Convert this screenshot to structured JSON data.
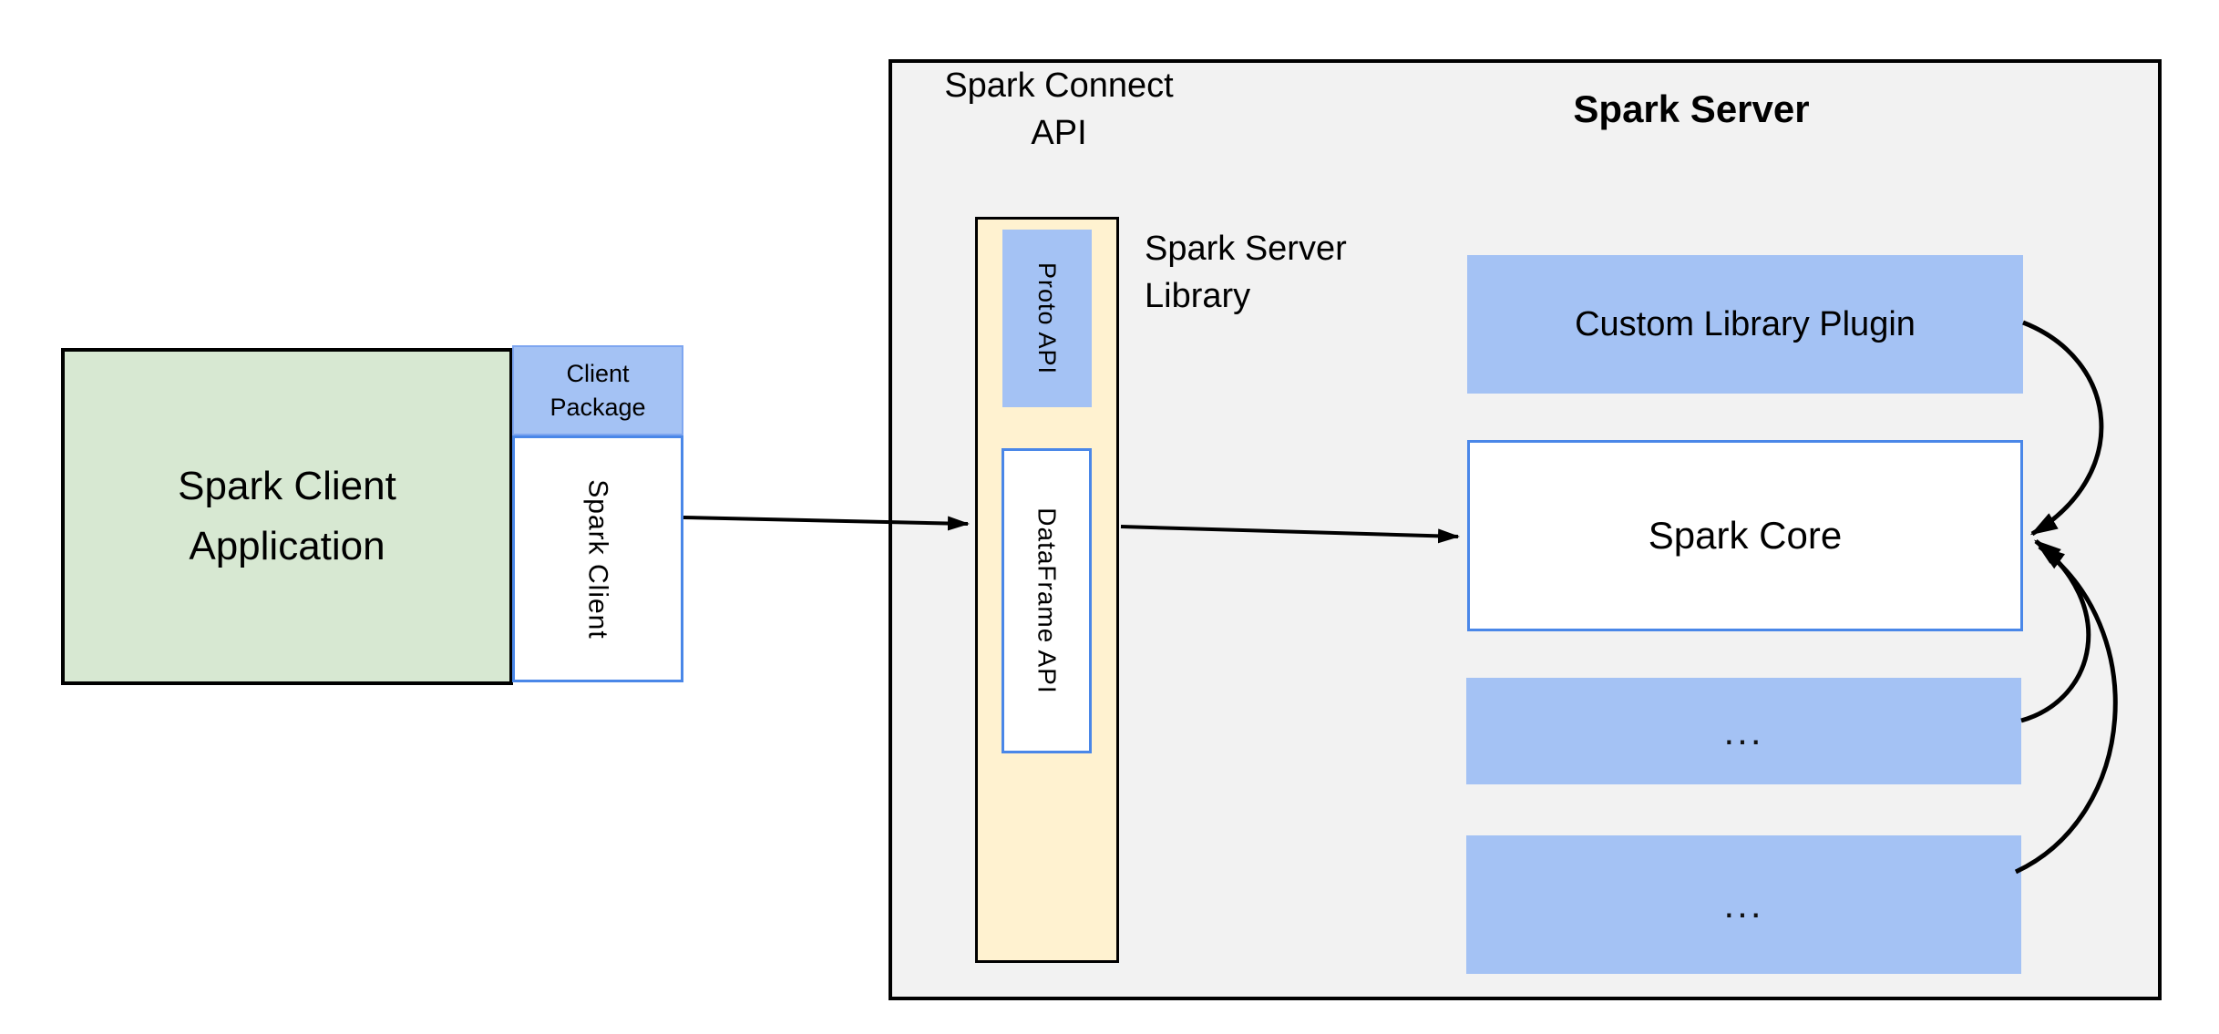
{
  "colors": {
    "green_fill": "#d7e8d2",
    "blue_fill": "#a4c2f4",
    "blue_border": "#4a87e8",
    "pkg_border": "#7ea6f0",
    "cream_fill": "#fff2d0",
    "server_fill": "#f2f2f2",
    "outline_black": "#000000"
  },
  "client_app": {
    "line1": "Spark Client",
    "line2": "Application"
  },
  "client_package": {
    "line1": "Client",
    "line2": "Package"
  },
  "spark_client": {
    "label": "Spark Client"
  },
  "spark_connect_api": {
    "line1": "Spark Connect",
    "line2": "API"
  },
  "server": {
    "title": "Spark Server"
  },
  "proto_api": {
    "label": "Proto  API"
  },
  "dataframe_api": {
    "label": "DataFrame API"
  },
  "server_library": {
    "line1": "Spark Server",
    "line2": "Library"
  },
  "custom_plugin": {
    "label": "Custom Library Plugin"
  },
  "spark_core": {
    "label": "Spark Core"
  },
  "ellipsis_box_1": {
    "label": "..."
  },
  "ellipsis_box_2": {
    "label": "..."
  }
}
